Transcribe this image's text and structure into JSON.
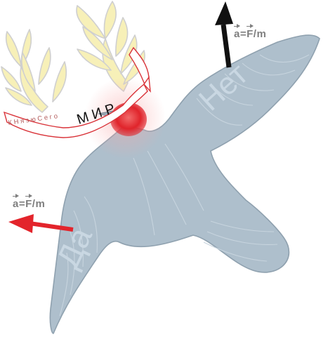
{
  "formula_top": {
    "vec_a": "a",
    "eq": "=",
    "vec_f": "F",
    "tail": "/m"
  },
  "formula_left": {
    "vec_a": "a",
    "eq": "=",
    "vec_f": "F",
    "tail": "/m"
  },
  "wing_label_right": "Нет",
  "wing_label_left": "Да",
  "ribbon_big_text": "М И Р",
  "ribbon_small_text": "К Н я з ю  С е г о",
  "colors": {
    "bird_body": "#aebfcc",
    "bird_outline": "#8fa1af",
    "head": "#e0242b",
    "arrow_up": "#111111",
    "arrow_left": "#e3242b",
    "laurel_fill": "#f7f0b8",
    "laurel_outline": "#c9c9c9",
    "ribbon_outline": "#d9343a",
    "watermark_text": "#c9d7e2"
  }
}
